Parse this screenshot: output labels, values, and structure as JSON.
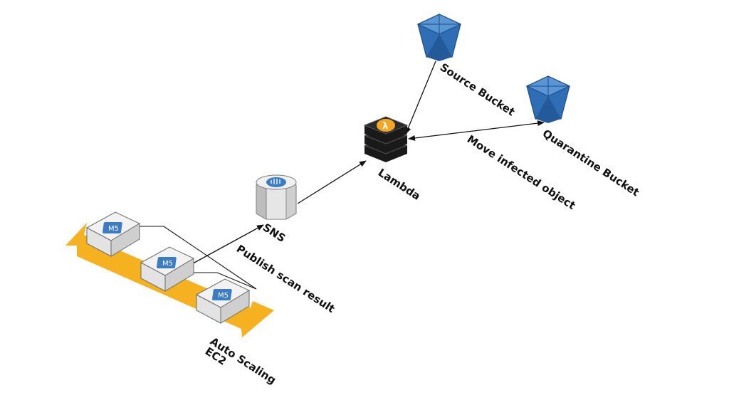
{
  "labels": {
    "source_bucket": "Source Bucket",
    "quarantine_bucket": "Quarantine Bucket",
    "lambda": "Lambda",
    "move_infected": "Move infected object",
    "sns": "SNS",
    "publish_scan": "Publish scan result",
    "auto_scaling": "Auto Scaling",
    "ec2": "EC2"
  },
  "instances": [
    {
      "type": "M5"
    },
    {
      "type": "M5"
    },
    {
      "type": "M5"
    }
  ],
  "icons": {
    "lambda": "lambda-icon",
    "sns": "sns-icon",
    "bucket": "s3-bucket-icon",
    "instance": "ec2-instance-icon"
  },
  "colors": {
    "autoscaling_arrow": "#F5B120",
    "bucket_blue": "#2F6EB5",
    "bucket_dark": "#1F4E86",
    "lambda_orange": "#F5A623",
    "lambda_stack": "#1A1A1A",
    "sns_gray": "#D9D9D9",
    "instance_badge": "#3B7CC4"
  }
}
